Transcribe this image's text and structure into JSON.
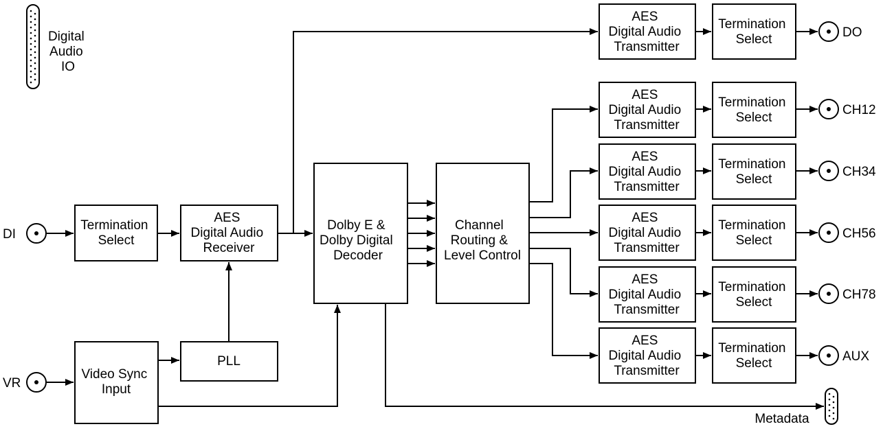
{
  "blocks": {
    "di_term": [
      "Termination",
      "Select"
    ],
    "aes_rx": [
      "AES",
      "Digital Audio",
      "Receiver"
    ],
    "video_sync": [
      "Video Sync",
      "Input"
    ],
    "pll": [
      "PLL"
    ],
    "decoder": [
      "Dolby E &",
      "Dolby Digital",
      "Decoder"
    ],
    "routing": [
      "Channel",
      "Routing &",
      "Level Control"
    ],
    "tx_do": [
      "AES",
      "Digital Audio",
      "Transmitter"
    ],
    "tx_ch12": [
      "AES",
      "Digital Audio",
      "Transmitter"
    ],
    "tx_ch34": [
      "AES",
      "Digital Audio",
      "Transmitter"
    ],
    "tx_ch56": [
      "AES",
      "Digital Audio",
      "Transmitter"
    ],
    "tx_ch78": [
      "AES",
      "Digital Audio",
      "Transmitter"
    ],
    "tx_aux": [
      "AES",
      "Digital Audio",
      "Transmitter"
    ],
    "term_do": [
      "Termination",
      "Select"
    ],
    "term_ch12": [
      "Termination",
      "Select"
    ],
    "term_ch34": [
      "Termination",
      "Select"
    ],
    "term_ch56": [
      "Termination",
      "Select"
    ],
    "term_ch78": [
      "Termination",
      "Select"
    ],
    "term_aux": [
      "Termination",
      "Select"
    ]
  },
  "ports": {
    "di": "DI",
    "vr": "VR",
    "do": "DO",
    "ch12": "CH12",
    "ch34": "CH34",
    "ch56": "CH56",
    "ch78": "CH78",
    "aux": "AUX"
  },
  "connectors": {
    "digital_audio_io": [
      "Digital",
      "Audio",
      "IO"
    ],
    "metadata": "Metadata"
  }
}
